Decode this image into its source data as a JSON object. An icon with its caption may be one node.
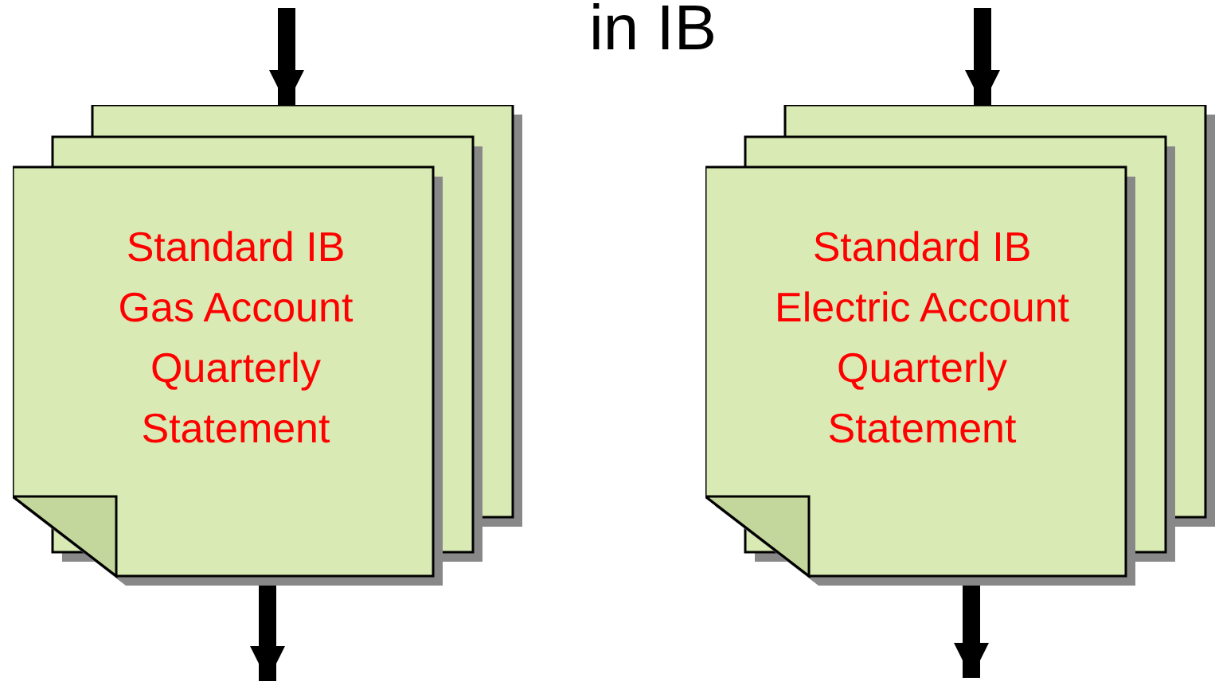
{
  "diagram": {
    "title": "in IB",
    "nodes": [
      {
        "text": [
          "Standard IB Gas Account Quarterly Statement"
        ]
      },
      {
        "text": [
          "Standard IB Electric Account Quarterly Statement"
        ]
      }
    ],
    "edges": [
      {
        "from": null,
        "to": 0,
        "arrow": "to"
      },
      {
        "from": 0,
        "to": null,
        "arrow": "to"
      },
      {
        "from": null,
        "to": 1,
        "arrow": "to"
      },
      {
        "from": 1,
        "to": null,
        "arrow": "to"
      }
    ]
  }
}
